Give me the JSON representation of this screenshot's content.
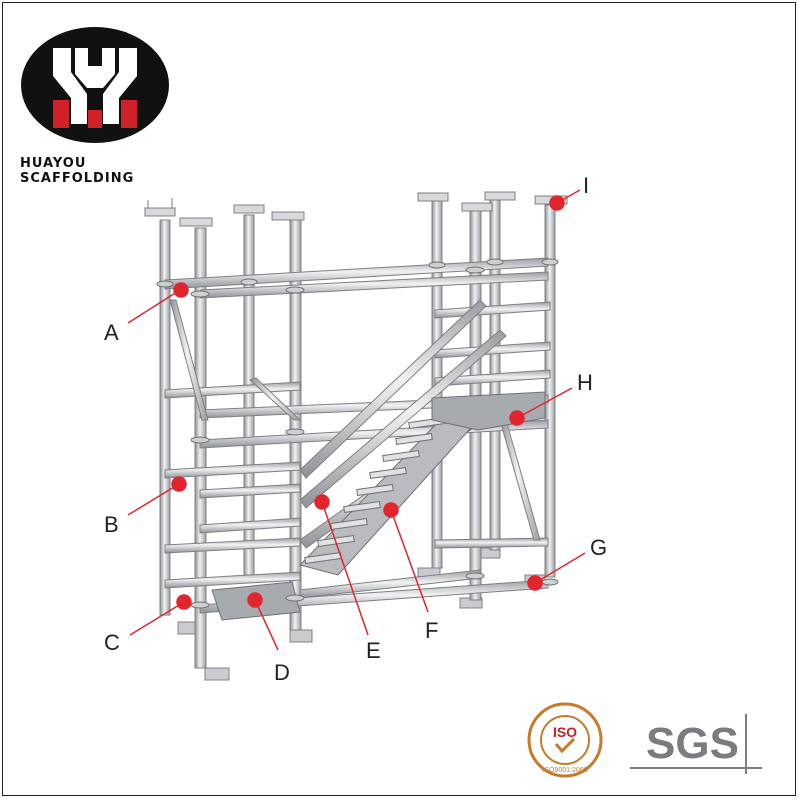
{
  "brand": {
    "name": "HUAYOU SCAFFOLDING",
    "logo_icon": "huayou-logo-icon",
    "colors": {
      "logo_bg": "#111111",
      "logo_red": "#d0202a",
      "marker_red": "#e0262c"
    }
  },
  "diagram": {
    "labels": [
      {
        "id": "A",
        "text": "A"
      },
      {
        "id": "B",
        "text": "B"
      },
      {
        "id": "C",
        "text": "C"
      },
      {
        "id": "D",
        "text": "D"
      },
      {
        "id": "E",
        "text": "E"
      },
      {
        "id": "F",
        "text": "F"
      },
      {
        "id": "G",
        "text": "G"
      },
      {
        "id": "H",
        "text": "H"
      },
      {
        "id": "I",
        "text": "I"
      }
    ]
  },
  "certifications": {
    "iso": {
      "text": "ISO",
      "ring_text": "ISO9001:2000",
      "icon": "iso-seal-icon"
    },
    "sgs": {
      "text": "SGS",
      "icon": "sgs-mark-icon"
    }
  }
}
